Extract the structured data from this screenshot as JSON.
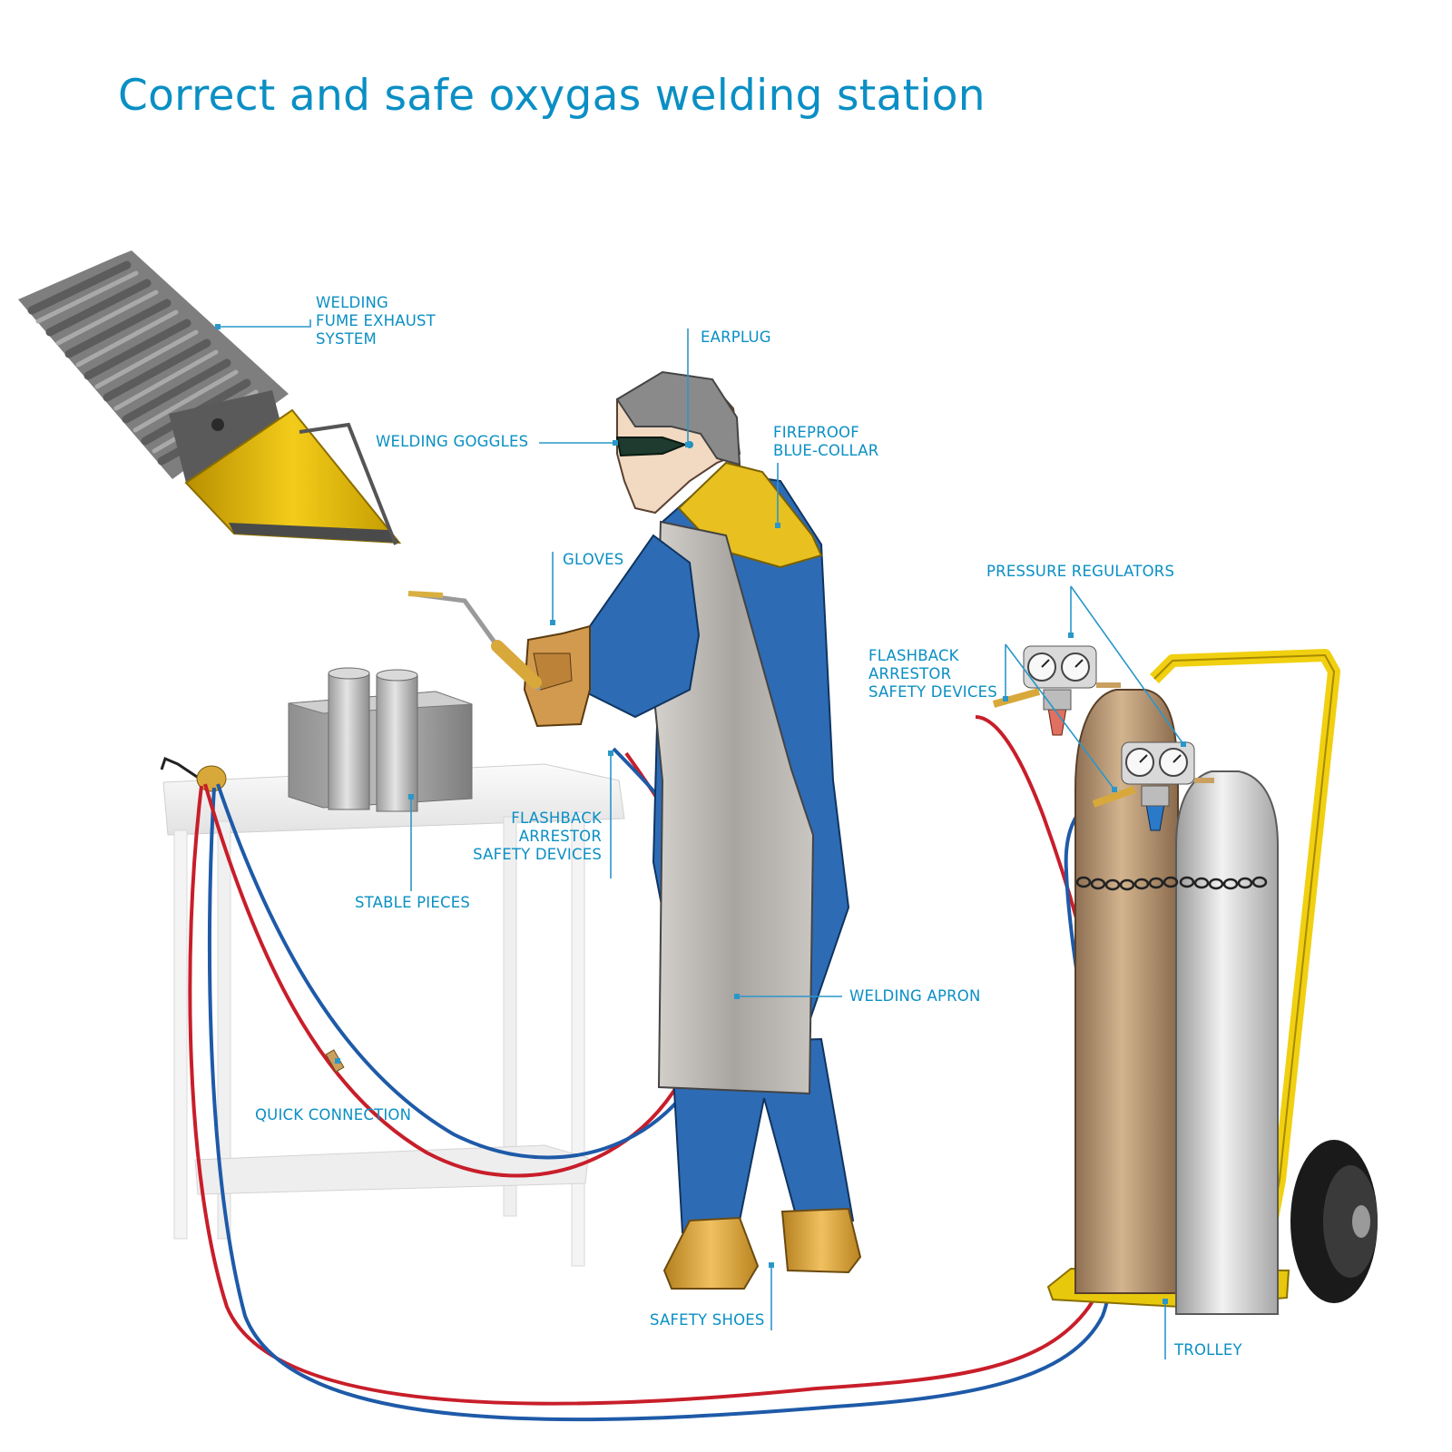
{
  "title": "Correct and safe oxygas welding station",
  "colors": {
    "accent": "#0a8fc4",
    "leader": "#2a97c9",
    "oxygen_hose": "#1e5aa8",
    "fuel_hose": "#c81e2a",
    "overall": "#2d6bb5",
    "collar": "#e8c020",
    "apron": "#a8a4a0",
    "boots": "#d9a440",
    "fuel_cylinder": "#b59270",
    "oxygen_cylinder": "#c9c9c9",
    "trolley": "#f0d010",
    "exhaust_hose": "#7a7a7a",
    "exhaust_hood": "#e6b800"
  },
  "labels": {
    "fume_exhaust": [
      "WELDING",
      "FUME EXHAUST",
      "SYSTEM"
    ],
    "earplug": [
      "EARPLUG"
    ],
    "goggles": [
      "WELDING GOGGLES"
    ],
    "collar": [
      "FIREPROOF",
      "BLUE-COLLAR"
    ],
    "gloves": [
      "GLOVES"
    ],
    "pressure_regulators": [
      "PRESSURE REGULATORS"
    ],
    "flashback_cylinder": [
      "FLASHBACK",
      "ARRESTOR",
      "SAFETY DEVICES"
    ],
    "flashback_torch": [
      "FLASHBACK",
      "ARRESTOR",
      "SAFETY DEVICES"
    ],
    "stable_pieces": [
      "STABLE PIECES"
    ],
    "welding_apron": [
      "WELDING APRON"
    ],
    "quick_connection": [
      "QUICK CONNECTION"
    ],
    "safety_shoes": [
      "SAFETY SHOES"
    ],
    "trolley": [
      "TROLLEY"
    ]
  }
}
